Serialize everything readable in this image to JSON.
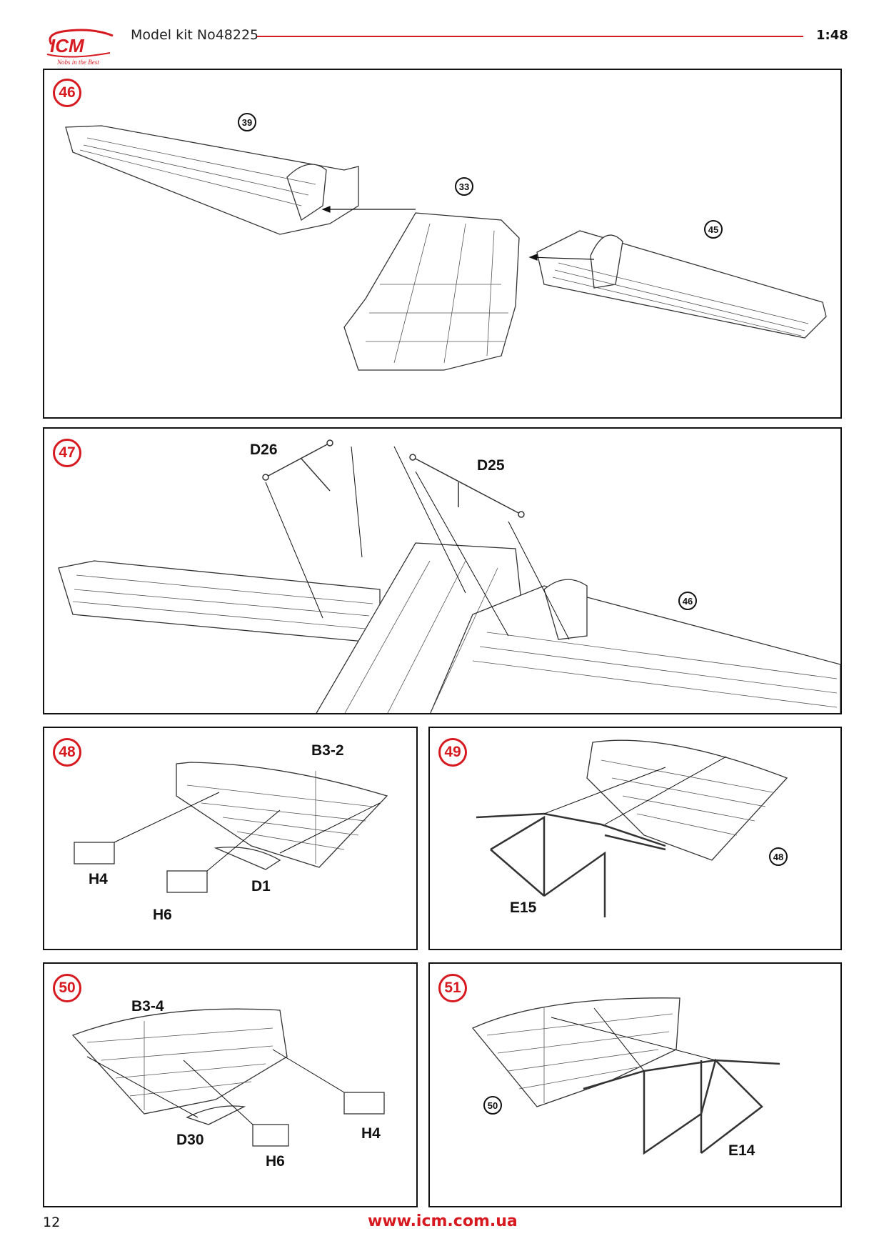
{
  "header": {
    "brand": "ICM",
    "slogan": "Nobs in the Best",
    "model_title": "Model kit No48225",
    "scale": "1:48"
  },
  "steps": [
    {
      "number": "46",
      "refs": [
        "39",
        "33",
        "45"
      ],
      "labels": []
    },
    {
      "number": "47",
      "refs": [
        "46"
      ],
      "labels": [
        "D26",
        "D25"
      ]
    },
    {
      "number": "48",
      "refs": [],
      "labels": [
        "B3-2",
        "H4",
        "H6",
        "D1"
      ]
    },
    {
      "number": "49",
      "refs": [
        "48"
      ],
      "labels": [
        "E15"
      ]
    },
    {
      "number": "50",
      "refs": [],
      "labels": [
        "B3-4",
        "D30",
        "H6",
        "H4"
      ]
    },
    {
      "number": "51",
      "refs": [
        "50"
      ],
      "labels": [
        "E14"
      ]
    }
  ],
  "footer": {
    "page_number": "12",
    "website": "www.icm.com.ua"
  },
  "colors": {
    "accent": "#d71920",
    "line": "#111111"
  }
}
